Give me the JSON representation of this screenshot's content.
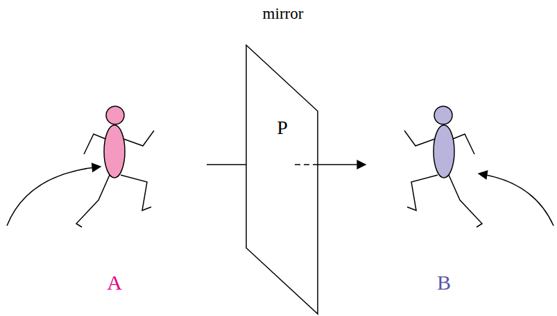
{
  "diagram": {
    "labels": [
      "mirror",
      "P",
      "A",
      "B"
    ]
  }
}
